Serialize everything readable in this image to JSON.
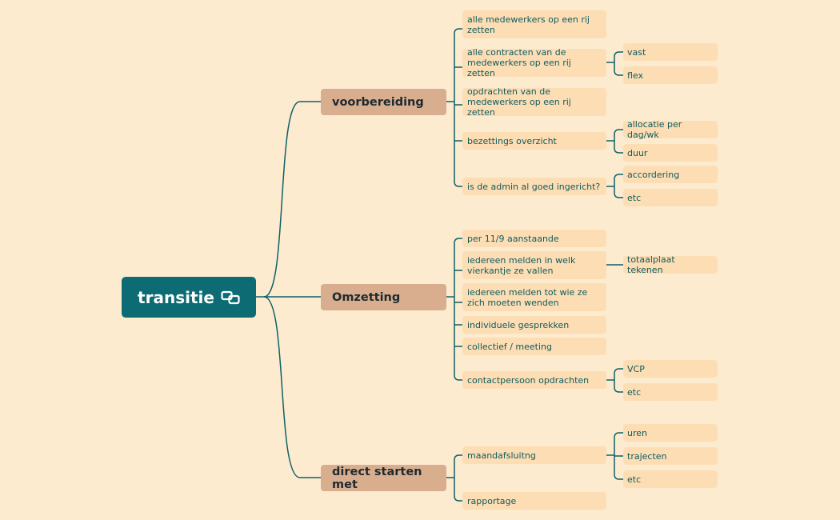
{
  "map": {
    "root": {
      "label": "transitie"
    },
    "branches": [
      {
        "label": "voorbereiding",
        "children": [
          {
            "label": "alle medewerkers op een rij\nzetten",
            "children": []
          },
          {
            "label": "alle contracten van de\nmedewerkers op een rij zetten",
            "children": [
              "vast",
              "flex"
            ]
          },
          {
            "label": "opdrachten van de\nmedewerkers op een rij zetten",
            "children": []
          },
          {
            "label": "bezettings overzicht",
            "children": [
              "allocatie per dag/wk",
              "duur"
            ]
          },
          {
            "label": "is de admin al goed ingericht?",
            "children": [
              "accordering",
              "etc"
            ]
          }
        ]
      },
      {
        "label": "Omzetting",
        "children": [
          {
            "label": "per 11/9 aanstaande",
            "children": []
          },
          {
            "label": "iedereen melden in welk\nvierkantje ze vallen",
            "children": [
              "totaalplaat tekenen"
            ]
          },
          {
            "label": "iedereen melden tot wie ze\nzich moeten wenden",
            "children": []
          },
          {
            "label": "individuele gesprekken",
            "children": []
          },
          {
            "label": "collectief / meeting",
            "children": []
          },
          {
            "label": "contactpersoon opdrachten",
            "children": [
              "VCP",
              "etc"
            ]
          }
        ]
      },
      {
        "label": "direct starten met",
        "children": [
          {
            "label": "maandafsluitng",
            "children": [
              "uren",
              "trajecten",
              "etc"
            ]
          },
          {
            "label": "rapportage",
            "children": []
          }
        ]
      }
    ]
  },
  "colors": {
    "background": "#FDEBD0",
    "root": "#0D6B74",
    "main": "#D8AE8F",
    "sub": "#FDDDB4",
    "line": "#0D6068"
  },
  "icons": {
    "root": "link-icon"
  }
}
